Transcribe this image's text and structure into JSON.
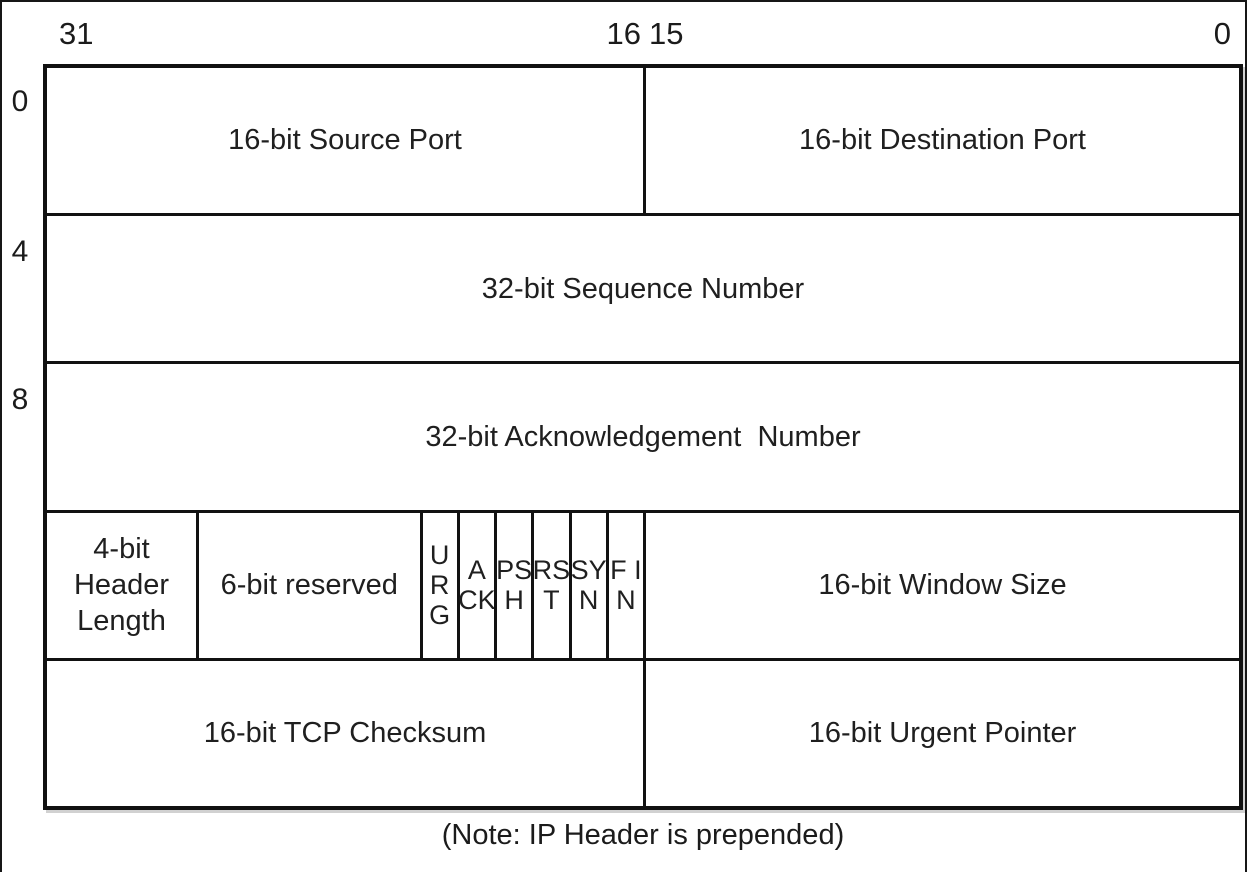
{
  "diagram": {
    "kind": "TCP header format",
    "colors": {
      "background": "#ffffff",
      "border": "#111111",
      "text": "#1c1c1c"
    },
    "bit_ruler": {
      "b31": "31",
      "b16": "16",
      "b15": "15",
      "b0": "0"
    },
    "byte_offsets": {
      "row1": "0",
      "row2": "4",
      "row3": "8"
    },
    "fields": {
      "source_port": "16-bit Source Port",
      "destination_port": "16-bit Destination Port",
      "sequence_number": "32-bit Sequence Number",
      "acknowledgement_number": "32-bit Acknowledgement  Number",
      "header_length": "4-bit\nHeader\nLength",
      "reserved": "6-bit reserved",
      "window_size": "16-bit Window Size",
      "tcp_checksum": "16-bit TCP Checksum",
      "urgent_pointer": "16-bit Urgent Pointer"
    },
    "flags": {
      "urg": "U\nR\nG",
      "ack": "A\nCK",
      "psh": "PS\nH",
      "rst": "RS\nT",
      "syn": "SY\nN",
      "fin": "F I\nN"
    },
    "note": "(Note: IP Header is prepended)"
  }
}
